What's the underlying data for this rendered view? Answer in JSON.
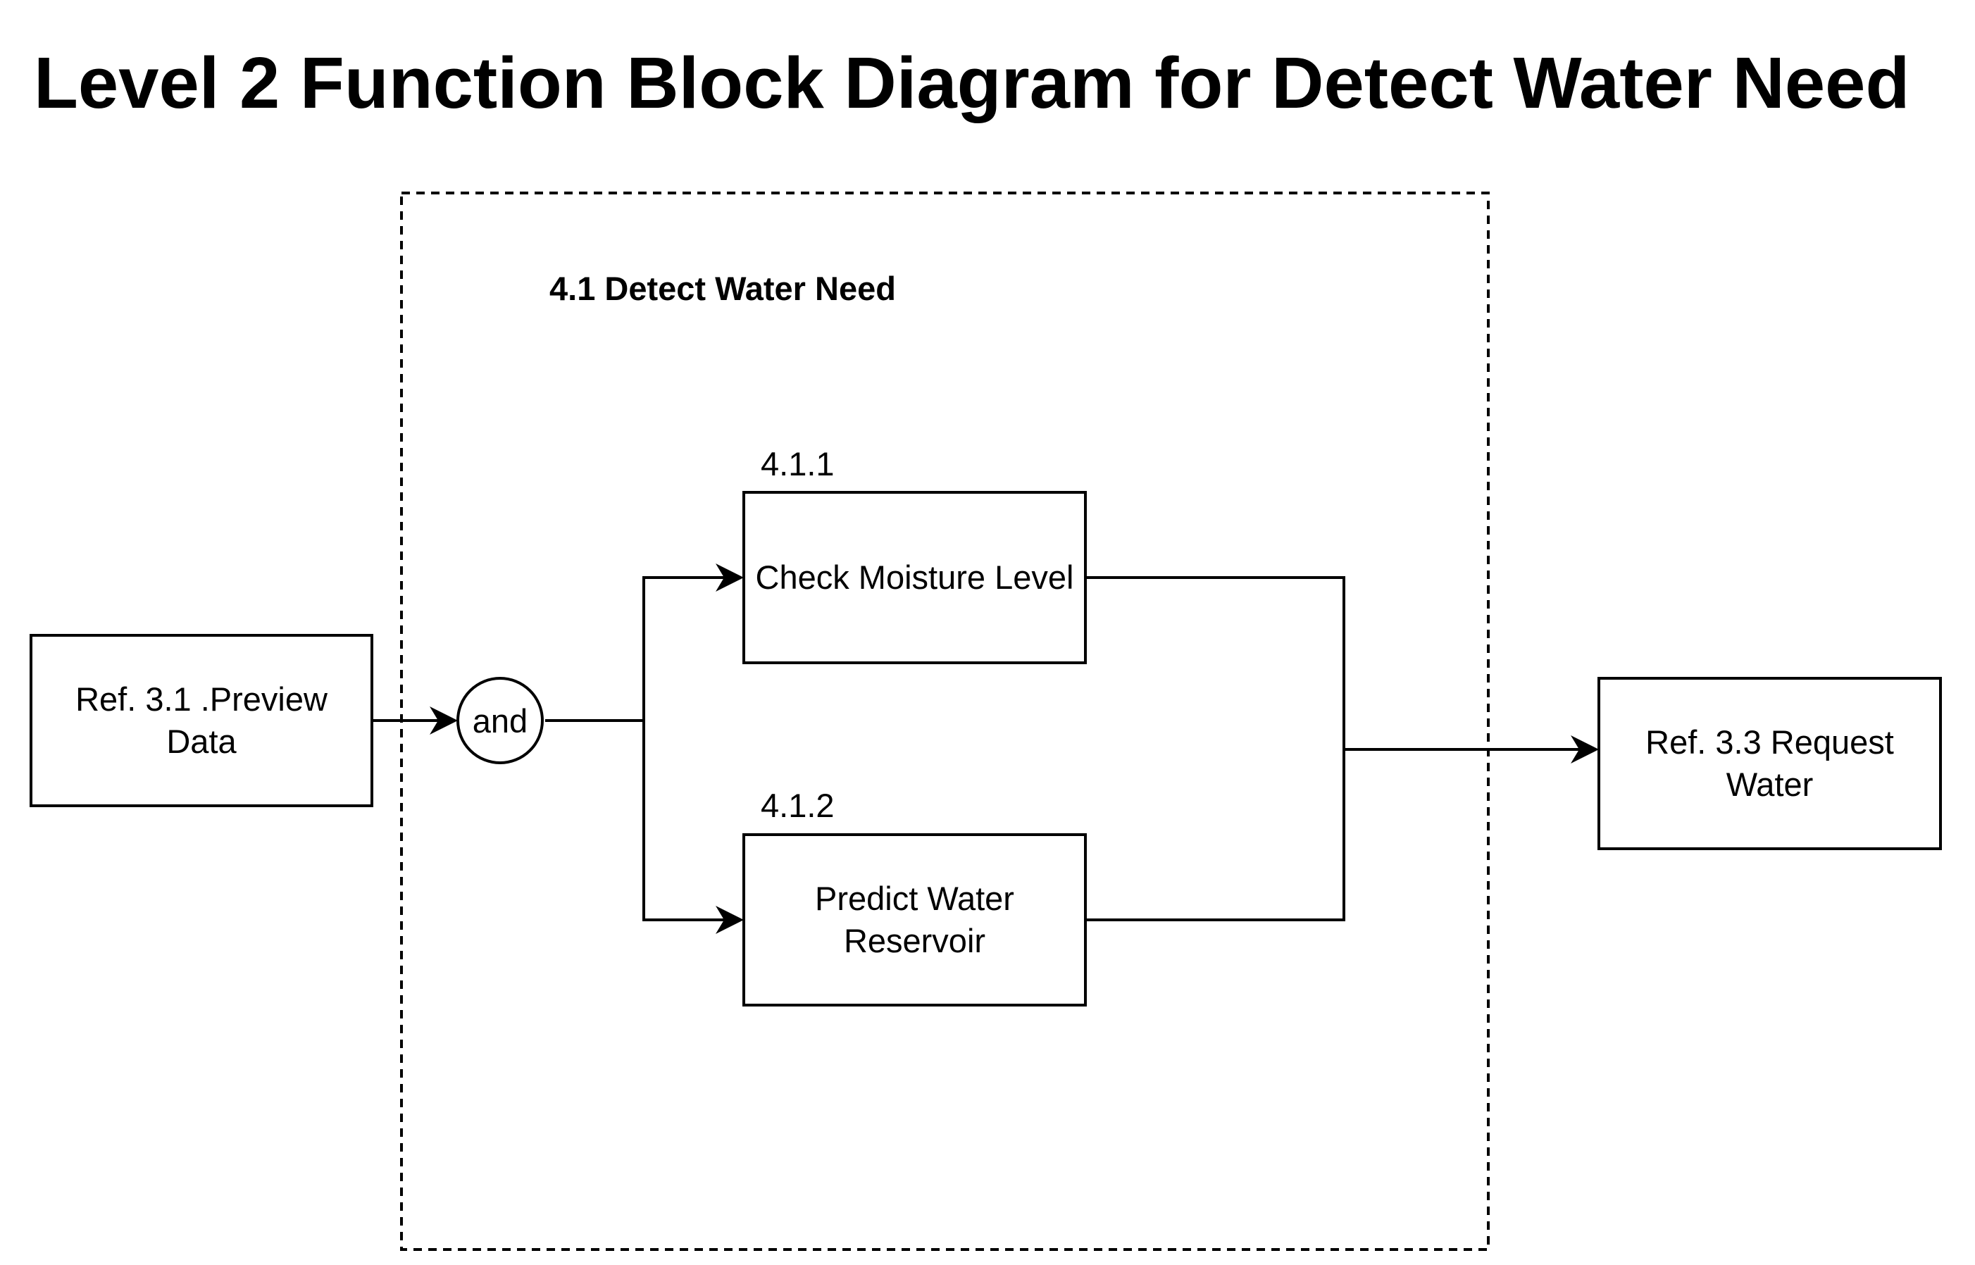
{
  "title": "Level 2 Function Block Diagram for Detect Water Need",
  "group": {
    "label": "4.1 Detect Water Need"
  },
  "input_block": {
    "label": "Ref. 3.1 .Preview Data"
  },
  "and_gate": {
    "label": "and"
  },
  "functions": [
    {
      "id": "4.1.1",
      "label": "Check Moisture Level"
    },
    {
      "id": "4.1.2",
      "label": "Predict Water Reservoir"
    }
  ],
  "output_block": {
    "label": "Ref. 3.3 Request Water"
  },
  "colors": {
    "line": "#000000",
    "background": "#ffffff"
  }
}
